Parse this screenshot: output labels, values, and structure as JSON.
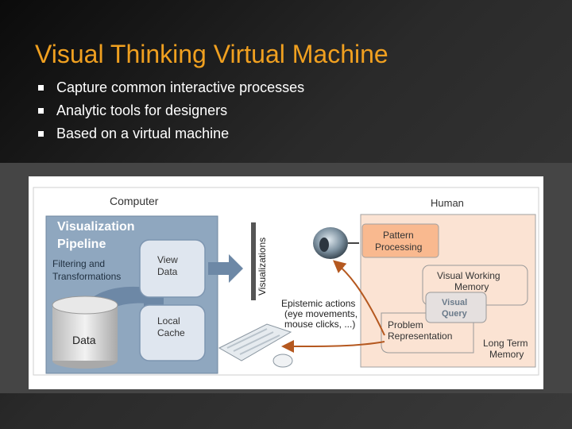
{
  "slide": {
    "title": "Visual Thinking Virtual Machine",
    "bullets": [
      "Capture common interactive processes",
      "Analytic tools for designers",
      "Based on a virtual machine"
    ]
  },
  "diagram": {
    "computer_label": "Computer",
    "human_label": "Human",
    "pipeline_title": [
      "Visualization",
      "Pipeline"
    ],
    "filtering": [
      "Filtering and",
      "Transformations"
    ],
    "view_data": [
      "View",
      "Data"
    ],
    "local_cache": [
      "Local",
      "Cache"
    ],
    "data": "Data",
    "visualizations": "Visualizations",
    "epistemic": [
      "Epistemic actions",
      "(eye movements,",
      "mouse clicks, ...)"
    ],
    "pattern": [
      "Pattern",
      "Processing"
    ],
    "vwm": [
      "Visual Working",
      "Memory"
    ],
    "visual_query": [
      "Visual",
      "Query"
    ],
    "problem": [
      "Problem",
      "Representation"
    ],
    "ltm": [
      "Long Term",
      "Memory"
    ]
  },
  "colors": {
    "title": "#f0a020",
    "pipeline_blue": "#8fa7bf",
    "human_peach": "#fbe3d3",
    "orange_box": "#f9b98f",
    "arrow_brown": "#b5581f"
  }
}
